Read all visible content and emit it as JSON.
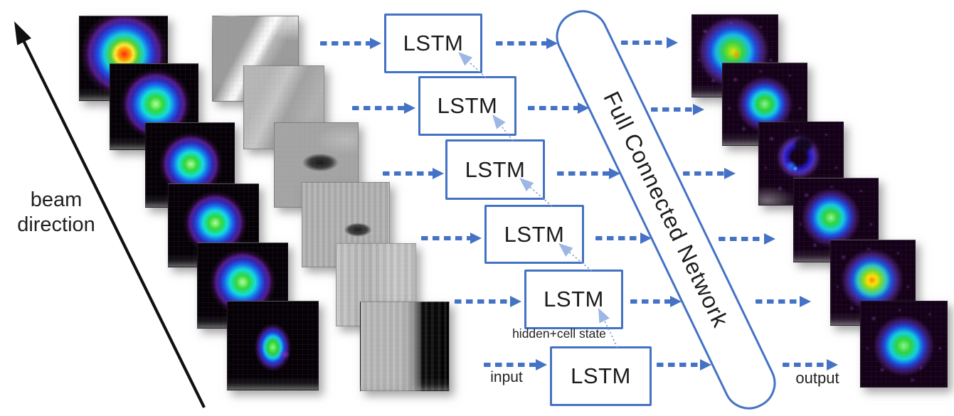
{
  "diagram": {
    "labels": {
      "beam_direction": "beam\ndirection",
      "lstm": "LSTM",
      "fcn": "Full Connected Network",
      "hidden_cell_state": "hidden+cell state",
      "input": "input",
      "output": "output"
    },
    "colors": {
      "arrow_blue": "#4472C4",
      "state_arrow_blue": "#9DB7E3",
      "box_border_blue": "#4472C4",
      "text_color": "#1c1c1c"
    },
    "structure": {
      "lstm_box_count": 6,
      "input_beam_profile_images": 6,
      "input_projection_images": 6,
      "output_beam_profile_images": 6,
      "image_icon_names": [
        "beam-profile-image",
        "projection-grayscale-image",
        "predicted-beam-profile-image"
      ]
    }
  }
}
